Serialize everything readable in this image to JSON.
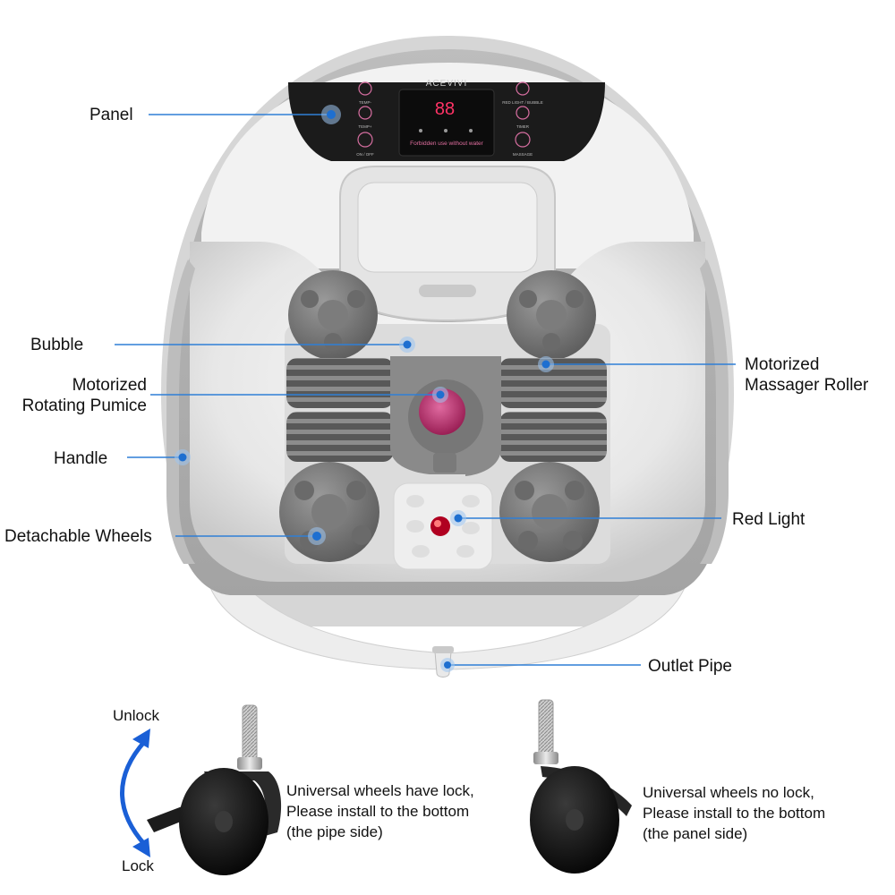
{
  "colors": {
    "callout_line": "#2f7fd6",
    "callout_dot": "#1e6fd0",
    "arrow": "#1a5fd6",
    "body_light": "#eeeeee",
    "body_gray": "#a9a9a9",
    "panel_black": "#1b1b1b",
    "display_red": "#ff3366",
    "roller_gray": "#6e6e6e",
    "pumice_pink": "#c0306c"
  },
  "panel": {
    "brand": "ACEVIVI",
    "display": "88",
    "warning": "Forbidden use without water",
    "buttons": {
      "temp": "TEMP-",
      "temp_plus": "TEMP+",
      "on_off": "ON / OFF",
      "red_light_bubble": "RED LIGHT / BUBBLE",
      "timer": "TIMER",
      "massage": "MASSAGE"
    }
  },
  "callouts": {
    "panel": "Panel",
    "bubble": "Bubble",
    "pumice_line1": "Motorized",
    "pumice_line2": "Rotating Pumice",
    "handle": "Handle",
    "wheels": "Detachable Wheels",
    "roller_line1": "Motorized",
    "roller_line2": "Massager Roller",
    "red_light": "Red Light",
    "outlet": "Outlet Pipe"
  },
  "wheels_section": {
    "unlock": "Unlock",
    "lock": "Lock",
    "locked_note": [
      "Universal wheels have lock,",
      "Please install to the bottom",
      "(the pipe side)"
    ],
    "unlocked_note": [
      "Universal wheels no lock,",
      "Please install to the bottom",
      "(the panel side)"
    ]
  }
}
